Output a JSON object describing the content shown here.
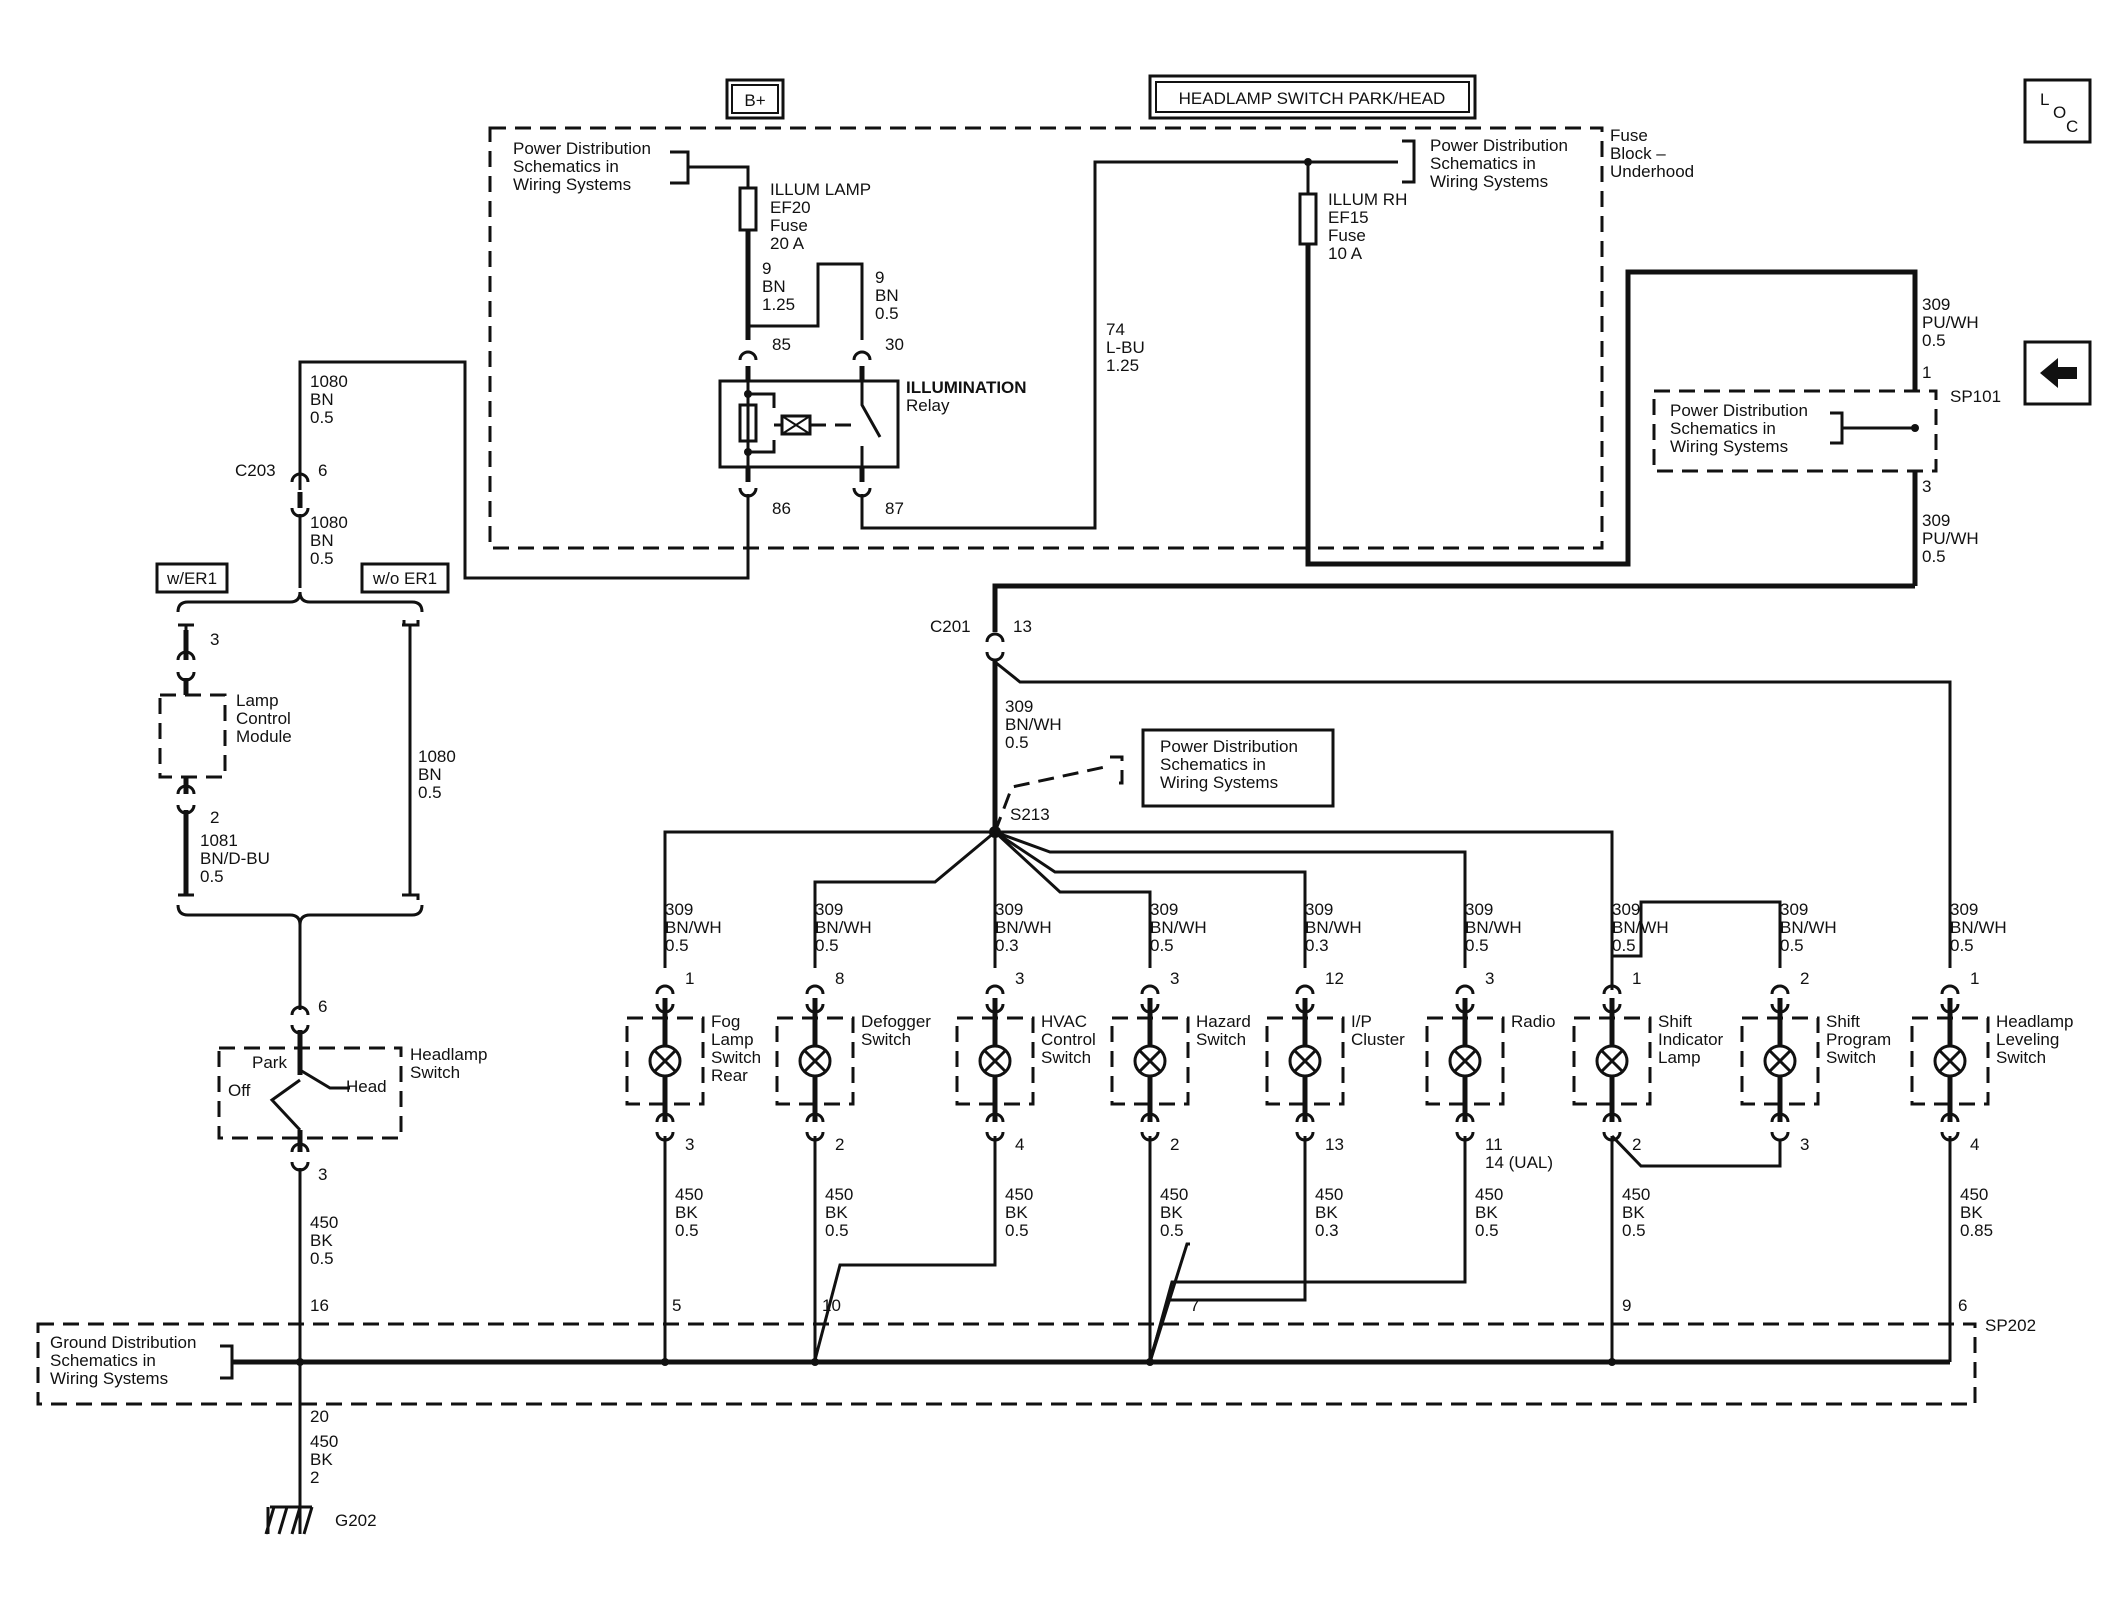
{
  "header": {
    "bplus": "B+",
    "title": "HEADLAMP SWITCH PARK/HEAD",
    "loc": [
      "L",
      "O",
      "C"
    ]
  },
  "fuse_block": {
    "label": [
      "Fuse",
      "Block –",
      "Underhood"
    ],
    "power_ref_left": [
      "Power Distribution",
      "Schematics in",
      "Wiring Systems"
    ],
    "power_ref_right": [
      "Power Distribution",
      "Schematics in",
      "Wiring Systems"
    ],
    "fuse_ef20": [
      "ILLUM LAMP",
      "EF20",
      "Fuse",
      "20 A"
    ],
    "fuse_ef15": [
      "ILLUM RH",
      "EF15",
      "Fuse",
      "10 A"
    ],
    "relay_label": [
      "ILLUMINATION",
      "Relay"
    ],
    "relay_pins": {
      "p85": "85",
      "p30": "30",
      "p86": "86",
      "p87": "87"
    },
    "wire_85": [
      "9",
      "BN",
      "1.25"
    ],
    "wire_30": [
      "9",
      "BN",
      "0.5"
    ],
    "wire_87": [
      "74",
      "L-BU",
      "1.25"
    ]
  },
  "sp101": {
    "wire_top": [
      "309",
      "PU/WH",
      "0.5"
    ],
    "pin_top": "1",
    "label": "SP101",
    "power_ref": [
      "Power Distribution",
      "Schematics in",
      "Wiring Systems"
    ],
    "pin_bottom": "3",
    "wire_bottom": [
      "309",
      "PU/WH",
      "0.5"
    ]
  },
  "left": {
    "wire_1080_top": [
      "1080",
      "BN",
      "0.5"
    ],
    "c203": "C203",
    "c203_pin": "6",
    "wire_1080_mid": [
      "1080",
      "BN",
      "0.5"
    ],
    "option_er1": "w/ER1",
    "option_no_er1": "w/o ER1",
    "lcm_pin_top": "3",
    "lcm_label": [
      "Lamp",
      "Control",
      "Module"
    ],
    "lcm_pin_bottom": "2",
    "wire_1081": [
      "1081",
      "BN/D-BU",
      "0.5"
    ],
    "wire_1080_right": [
      "1080",
      "BN",
      "0.5"
    ],
    "hs_pin_top": "6",
    "hs_label": [
      "Headlamp",
      "Switch"
    ],
    "hs_park": "Park",
    "hs_off": "Off",
    "hs_head": "Head",
    "hs_pin_bottom": "3",
    "wire_450": [
      "450",
      "BK",
      "0.5"
    ],
    "sp202_pin": "16",
    "g_pin": "20",
    "wire_ground": [
      "450",
      "BK",
      "2"
    ],
    "ground": "G202"
  },
  "c201": {
    "label": "C201",
    "pin": "13"
  },
  "s213": {
    "label": "S213",
    "wire": [
      "309",
      "BN/WH",
      "0.5"
    ],
    "power_ref": [
      "Power Distribution",
      "Schematics in",
      "Wiring Systems"
    ]
  },
  "components": [
    {
      "name": [
        "Fog",
        "Lamp",
        "Switch",
        "Rear"
      ],
      "wire_in": [
        "309",
        "BN/WH",
        "0.5"
      ],
      "pin_in": "1",
      "pin_out": "3",
      "wire_out": [
        "450",
        "BK",
        "0.5"
      ],
      "sp_pin": "5"
    },
    {
      "name": [
        "Defogger",
        "Switch"
      ],
      "wire_in": [
        "309",
        "BN/WH",
        "0.5"
      ],
      "pin_in": "8",
      "pin_out": "2",
      "wire_out": [
        "450",
        "BK",
        "0.5"
      ],
      "sp_pin": "10"
    },
    {
      "name": [
        "HVAC",
        "Control",
        "Switch"
      ],
      "wire_in": [
        "309",
        "BN/WH",
        "0.3"
      ],
      "pin_in": "3",
      "pin_out": "4",
      "wire_out": [
        "450",
        "BK",
        "0.5"
      ],
      "sp_pin": ""
    },
    {
      "name": [
        "Hazard",
        "Switch"
      ],
      "wire_in": [
        "309",
        "BN/WH",
        "0.5"
      ],
      "pin_in": "3",
      "pin_out": "2",
      "wire_out": [
        "450",
        "BK",
        "0.5"
      ],
      "sp_pin": "7"
    },
    {
      "name": [
        "I/P",
        "Cluster"
      ],
      "wire_in": [
        "309",
        "BN/WH",
        "0.3"
      ],
      "pin_in": "12",
      "pin_out": "13",
      "wire_out": [
        "450",
        "BK",
        "0.3"
      ],
      "sp_pin": ""
    },
    {
      "name": [
        "Radio"
      ],
      "wire_in": [
        "309",
        "BN/WH",
        "0.5"
      ],
      "pin_in": "3",
      "pin_out": "11",
      "pin_out2": "14 (UAL)",
      "wire_out": [
        "450",
        "BK",
        "0.5"
      ],
      "sp_pin": ""
    },
    {
      "name": [
        "Shift",
        "Indicator",
        "Lamp"
      ],
      "wire_in": [
        "309",
        "BN/WH",
        "0.5"
      ],
      "pin_in": "1",
      "pin_out": "2",
      "wire_out": [
        "450",
        "BK",
        "0.5"
      ],
      "sp_pin": "9"
    },
    {
      "name": [
        "Shift",
        "Program",
        "Switch"
      ],
      "wire_in": [
        "309",
        "BN/WH",
        "0.5"
      ],
      "pin_in": "2",
      "pin_out": "3",
      "wire_out": [],
      "sp_pin": ""
    },
    {
      "name": [
        "Headlamp",
        "Leveling",
        "Switch"
      ],
      "wire_in": [
        "309",
        "BN/WH",
        "0.5"
      ],
      "pin_in": "1",
      "pin_out": "4",
      "wire_out": [
        "450",
        "BK",
        "0.85"
      ],
      "sp_pin": "6"
    }
  ],
  "sp202": {
    "label": "SP202",
    "ground_ref": [
      "Ground Distribution",
      "Schematics in",
      "Wiring Systems"
    ]
  }
}
